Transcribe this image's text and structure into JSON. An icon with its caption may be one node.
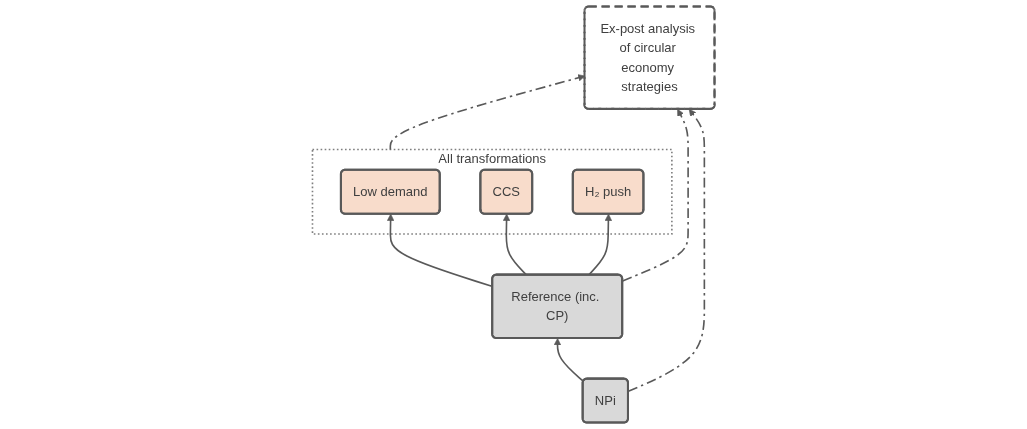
{
  "diagram": {
    "nodes": [
      {
        "text": [
          "All transformations"
        ]
      },
      {
        "text": [
          "Low demand"
        ],
        "in": 0
      },
      {
        "text": [
          "CCS"
        ],
        "in": 0
      },
      {
        "text": [
          "H₂ push"
        ],
        "in": 0
      },
      {
        "text": [
          "Reference (inc. CP)"
        ]
      },
      {
        "text": [
          "NPi"
        ]
      },
      {
        "text": [
          "Ex-post analysis of circular economy strategies"
        ]
      }
    ],
    "edges": [
      {
        "from": 4,
        "to": 1,
        "arrow": "to"
      },
      {
        "from": 4,
        "to": 2,
        "arrow": "to"
      },
      {
        "from": 4,
        "to": 3,
        "arrow": "to"
      },
      {
        "from": 5,
        "to": 4,
        "arrow": "to"
      },
      {
        "from": 0,
        "to": 6,
        "arrow": "to",
        "style": "dashed"
      },
      {
        "from": 4,
        "to": 6,
        "arrow": "to",
        "style": "dashed"
      },
      {
        "from": 5,
        "to": 6,
        "arrow": "to",
        "style": "dashed"
      }
    ]
  }
}
